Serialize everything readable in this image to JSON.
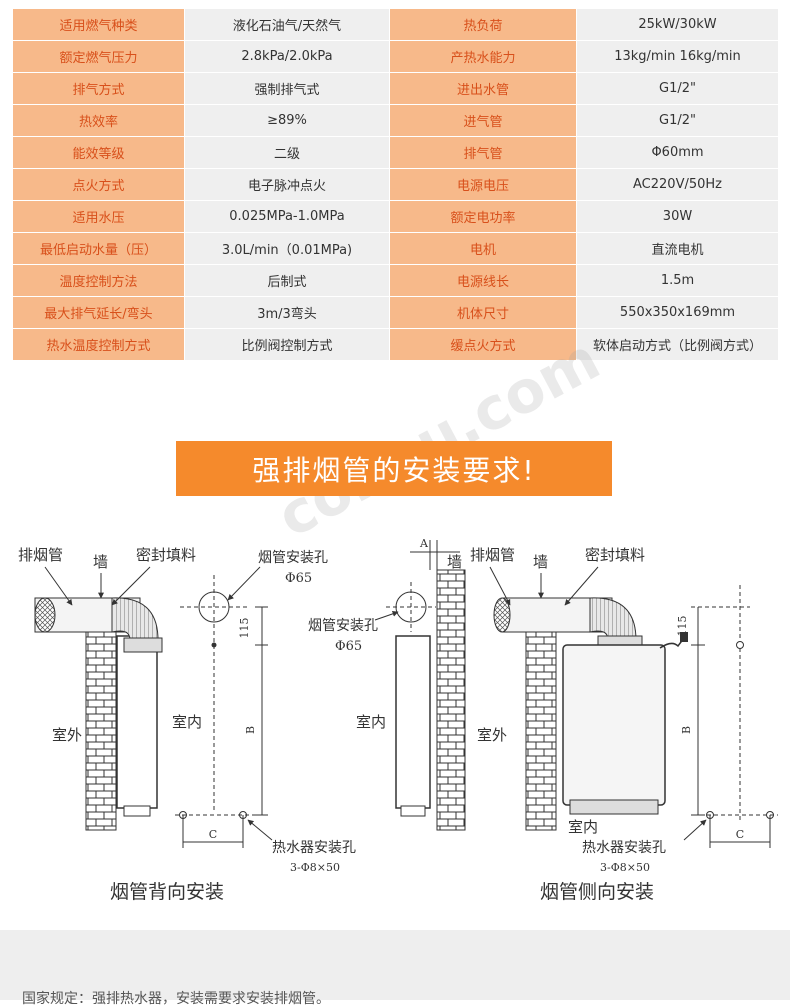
{
  "specs": [
    {
      "k1": "适用燃气种类",
      "v1": "液化石油气/天然气",
      "k2": "热负荷",
      "v2": "25kW/30kW"
    },
    {
      "k1": "额定燃气压力",
      "v1": "2.8kPa/2.0kPa",
      "k2": "产热水能力",
      "v2": "13kg/min  16kg/min"
    },
    {
      "k1": "排气方式",
      "v1": "强制排气式",
      "k2": "进出水管",
      "v2": "G1/2\""
    },
    {
      "k1": "热效率",
      "v1": "≥89%",
      "k2": "进气管",
      "v2": "G1/2\""
    },
    {
      "k1": "能效等级",
      "v1": "二级",
      "k2": "排气管",
      "v2": "Φ60mm"
    },
    {
      "k1": "点火方式",
      "v1": "电子脉冲点火",
      "k2": "电源电压",
      "v2": "AC220V/50Hz"
    },
    {
      "k1": "适用水压",
      "v1": "0.025MPa-1.0MPa",
      "k2": "额定电功率",
      "v2": "30W"
    },
    {
      "k1": "最低启动水量（压）",
      "v1": "3.0L/min（0.01MPa)",
      "k2": "电机",
      "v2": "直流电机"
    },
    {
      "k1": "温度控制方法",
      "v1": "后制式",
      "k2": "电源线长",
      "v2": "1.5m"
    },
    {
      "k1": "最大排气延长/弯头",
      "v1": "3m/3弯头",
      "k2": "机体尺寸",
      "v2": "550x350x169mm"
    },
    {
      "k1": "热水温度控制方式",
      "v1": "比例阀控制方式",
      "k2": "缓点火方式",
      "v2": "软体启动方式（比例阀方式）"
    }
  ],
  "banner": "强排烟管的安装要求!",
  "watermark": "colipu.com",
  "diagram_left": {
    "flue_pipe": "排烟管",
    "wall": "墙",
    "sealant": "密封填料",
    "flue_hole": "烟管安装孔",
    "flue_dia": "Φ65",
    "dim_115": "115",
    "dim_b": "B",
    "indoor": "室内",
    "outdoor": "室外",
    "dim_c": "C",
    "heater_hole": "热水器安装孔",
    "heater_hole_spec": "3-Φ8×50",
    "caption": "烟管背向安装"
  },
  "diagram_right": {
    "dim_a": "A",
    "wall_top": "墙",
    "flue_hole": "烟管安装孔",
    "flue_dia": "Φ65",
    "indoor_mid": "室内",
    "flue_pipe": "排烟管",
    "wall": "墙",
    "sealant": "密封填料",
    "outdoor": "室外",
    "dim_115": "115",
    "dim_b": "B",
    "indoor": "室内",
    "heater_hole": "热水器安装孔",
    "heater_hole_spec": "3-Φ8×50",
    "dim_c": "C",
    "caption": "烟管侧向安装"
  },
  "footer_text": "国家规定：强排热水器，安装需要求安装排烟管。"
}
